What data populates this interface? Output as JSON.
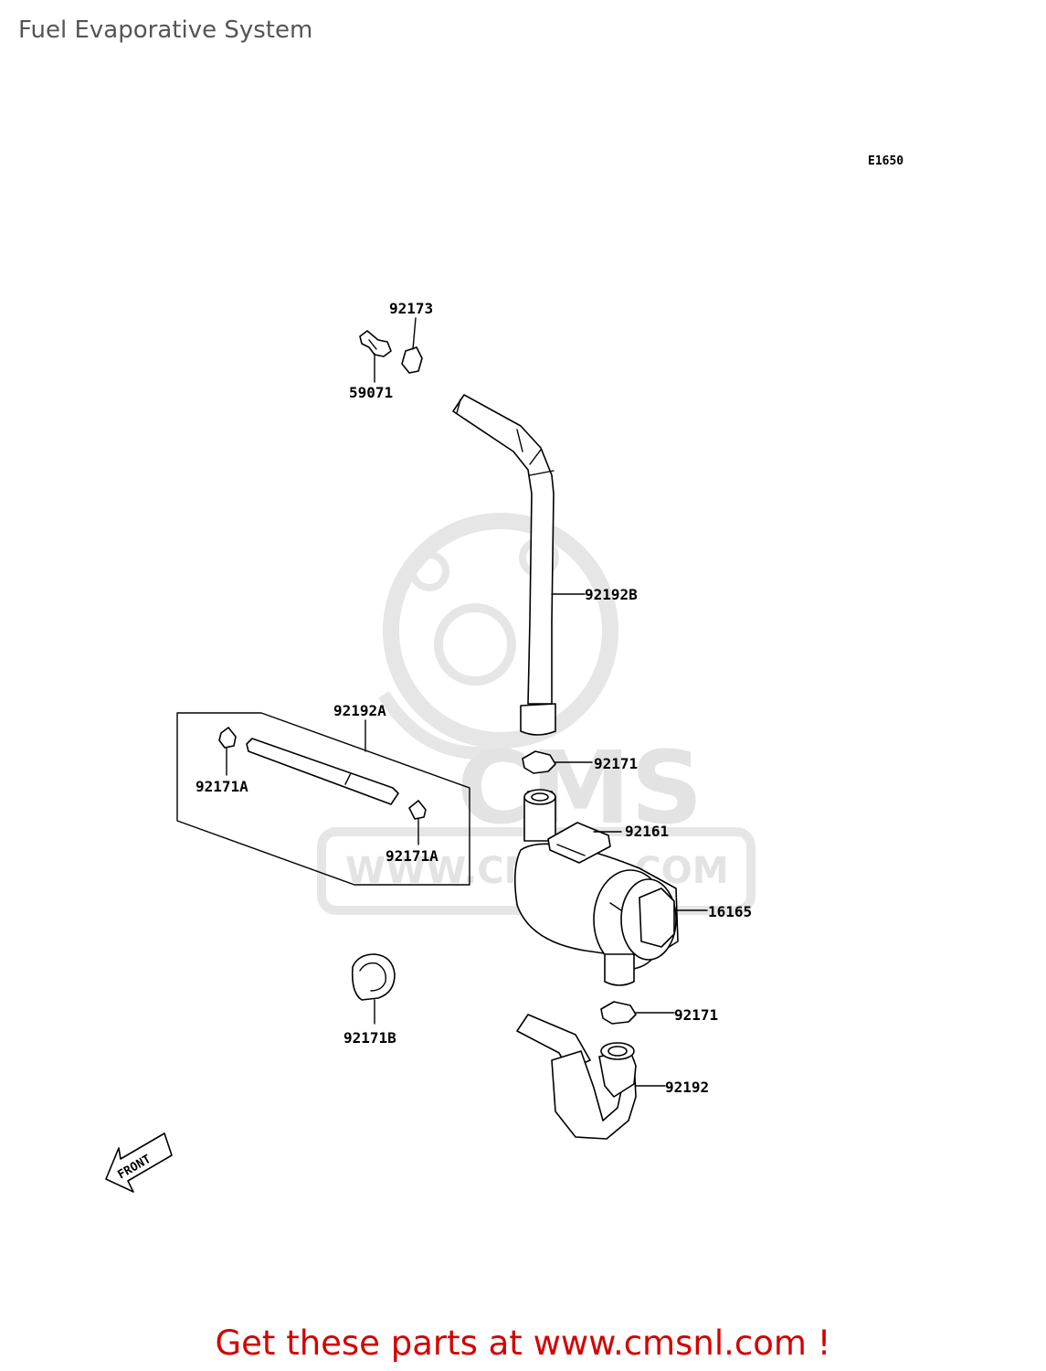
{
  "page": {
    "title": "Fuel Evaporative System",
    "diagram_code": "E1650",
    "footer_text": "Get these parts at www.cmsnl.com !",
    "footer_color": "#d40000",
    "title_color": "#555555"
  },
  "watermark": {
    "brand": "CMS",
    "url_text": "WWW.CMSNL.COM",
    "color": "#e3e3e3"
  },
  "front_arrow": {
    "label": "FRONT"
  },
  "callouts": {
    "c92173": "92173",
    "c59071": "59071",
    "c92192B": "92192B",
    "c92192A": "92192A",
    "c92171a": "92171",
    "c92171A_left": "92171A",
    "c92171A_right": "92171A",
    "c92161": "92161",
    "c16165": "16165",
    "c92171B": "92171B",
    "c92171b": "92171",
    "c92192": "92192"
  }
}
